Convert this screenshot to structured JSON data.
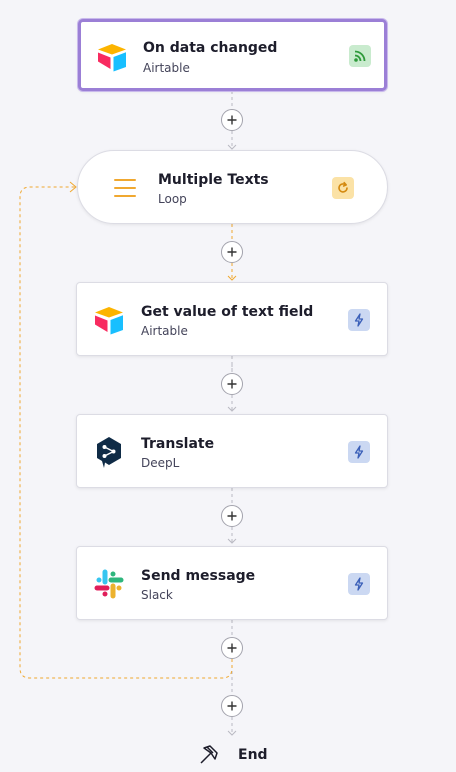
{
  "flow": {
    "trigger": {
      "title": "On data changed",
      "subtitle": "Airtable",
      "logo_icon": "airtable-logo-icon",
      "badge_icon": "rss-feed-icon"
    },
    "loop": {
      "title": "Multiple Texts",
      "subtitle": "Loop",
      "logo_icon": "menu-lines-icon",
      "badge_icon": "loop-refresh-icon"
    },
    "steps": [
      {
        "title": "Get value of text field",
        "subtitle": "Airtable",
        "logo_icon": "airtable-logo-icon",
        "badge_icon": "lightning-icon"
      },
      {
        "title": "Translate",
        "subtitle": "DeepL",
        "logo_icon": "deepl-logo-icon",
        "badge_icon": "lightning-icon"
      },
      {
        "title": "Send message",
        "subtitle": "Slack",
        "logo_icon": "slack-logo-icon",
        "badge_icon": "lightning-icon"
      }
    ],
    "end_label": "End",
    "end_icon": "flag-icon"
  },
  "colors": {
    "trigger_border": "#9b7fd6",
    "loop_connector": "#f0a830",
    "badge_green": "#c9ebce",
    "badge_blue": "#cbd8f2",
    "badge_yellow": "#fbe2a6"
  }
}
